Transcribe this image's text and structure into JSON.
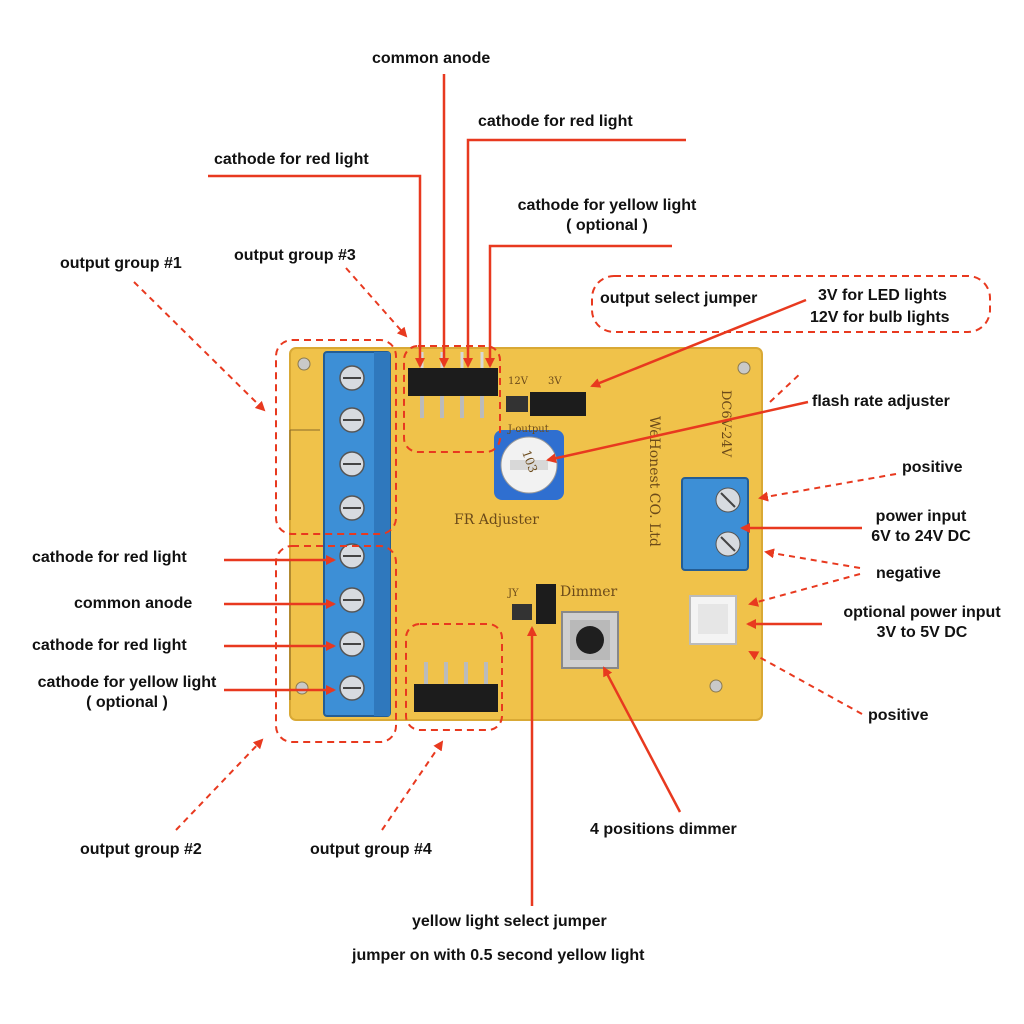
{
  "labels": {
    "common_anode_top": "common anode",
    "cathode_red_top_right": "cathode for red light",
    "cathode_red_top_left": "cathode for red light",
    "cathode_yellow_top_line1": "cathode for yellow light",
    "cathode_yellow_top_line2": "( optional )",
    "output_group_1": "output group #1",
    "output_group_3": "output group #3",
    "output_select_jumper": "output select jumper",
    "voltage_led": "3V for LED lights",
    "voltage_bulb": "12V for bulb lights",
    "flash_rate_adjuster": "flash rate adjuster",
    "positive_top": "positive",
    "power_input_line1": "power input",
    "power_input_line2": "6V to 24V DC",
    "negative": "negative",
    "optional_power_line1": "optional power input",
    "optional_power_line2": "3V to 5V DC",
    "positive_bottom": "positive",
    "cathode_red_left_1": "cathode for red light",
    "common_anode_left": "common anode",
    "cathode_red_left_2": "cathode for red light",
    "cathode_yellow_left_line1": "cathode for yellow light",
    "cathode_yellow_left_line2": "( optional )",
    "output_group_2": "output group #2",
    "output_group_4": "output group #4",
    "dimmer_4pos": "4 positions dimmer",
    "yellow_select_line1": "yellow light select jumper",
    "yellow_select_line2": "jumper on with 0.5 second yellow light"
  },
  "pcb": {
    "silk_12v": "12V",
    "silk_3v": "3V",
    "silk_joutput": "J-output",
    "silk_fr_adjuster": "FR Adjuster",
    "silk_jy": "JY",
    "silk_dimmer": "Dimmer",
    "silk_brand": "WeHonest CO. Ltd",
    "silk_dc": "DC6V-24V",
    "pot_code": "103"
  },
  "colors": {
    "callout_red": "#e8391f",
    "board": "#f0c24a",
    "terminal_blue": "#3d8fd6"
  }
}
